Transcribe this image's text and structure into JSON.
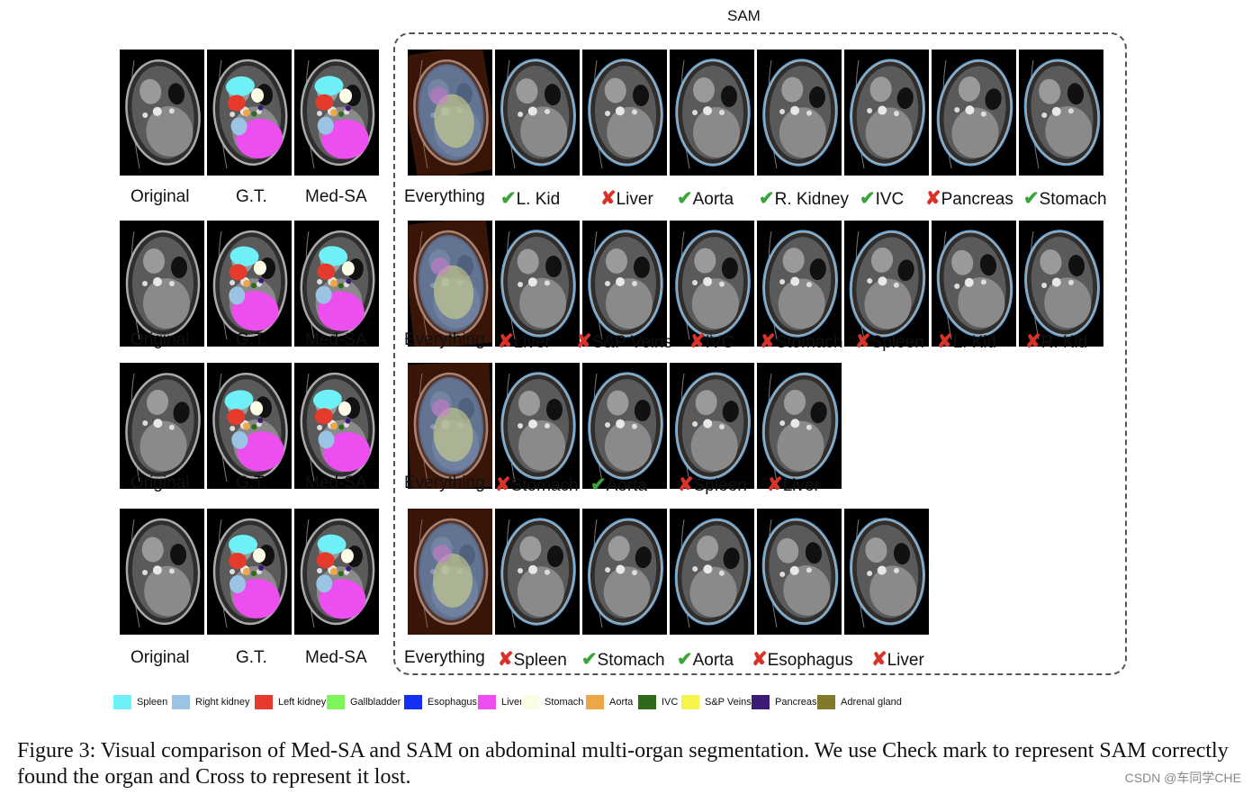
{
  "sam_title": "SAM",
  "rows": [
    {
      "left_labels": [
        "Original",
        "G.T.",
        "Med-SA"
      ],
      "sam_labels": [
        {
          "text": "Everything",
          "mark": "none"
        },
        {
          "text": "L. Kid",
          "mark": "check"
        },
        {
          "text": "Liver",
          "mark": "cross"
        },
        {
          "text": "Aorta",
          "mark": "check"
        },
        {
          "text": "R. Kidney",
          "mark": "check"
        },
        {
          "text": "IVC",
          "mark": "check"
        },
        {
          "text": "Pancreas",
          "mark": "cross"
        },
        {
          "text": "Stomach",
          "mark": "check"
        }
      ]
    },
    {
      "left_labels": [
        "Original",
        "G.T.",
        "Med-SA"
      ],
      "sam_labels": [
        {
          "text": "Everything",
          "mark": "none"
        },
        {
          "text": "Liver",
          "mark": "cross"
        },
        {
          "text": "S&P Veins",
          "mark": "cross"
        },
        {
          "text": "IVC",
          "mark": "cross"
        },
        {
          "text": "Stomach",
          "mark": "cross"
        },
        {
          "text": "Spleen",
          "mark": "cross"
        },
        {
          "text": "L. Kid",
          "mark": "cross"
        },
        {
          "text": "R. Kid",
          "mark": "cross"
        }
      ]
    },
    {
      "left_labels": [
        "Original",
        "G.T.",
        "Med-SA"
      ],
      "sam_labels": [
        {
          "text": "Everything",
          "mark": "none"
        },
        {
          "text": "Stomach",
          "mark": "cross"
        },
        {
          "text": "Aorta",
          "mark": "check"
        },
        {
          "text": "Spleen",
          "mark": "cross"
        },
        {
          "text": "Liver",
          "mark": "cross"
        }
      ]
    },
    {
      "left_labels": [
        "Original",
        "G.T.",
        "Med-SA"
      ],
      "sam_labels": [
        {
          "text": "Everything",
          "mark": "none"
        },
        {
          "text": "Spleen",
          "mark": "cross"
        },
        {
          "text": "Stomach",
          "mark": "check"
        },
        {
          "text": "Aorta",
          "mark": "check"
        },
        {
          "text": "Esophagus",
          "mark": "cross"
        },
        {
          "text": "Liver",
          "mark": "cross"
        }
      ]
    }
  ],
  "marks": {
    "check": "✔",
    "cross": "✘"
  },
  "legend": [
    {
      "label": "Spleen",
      "color": "#6ff0f6"
    },
    {
      "label": "Right kidney",
      "color": "#9ac3e4"
    },
    {
      "label": "Left kidney",
      "color": "#e53a2c"
    },
    {
      "label": "Gallbladder",
      "color": "#7ef35a"
    },
    {
      "label": "Esophagus",
      "color": "#1530f0"
    },
    {
      "label": "Liver",
      "color": "#ec4ef0"
    },
    {
      "label": "Stomach",
      "color": "#fbfbe6"
    },
    {
      "label": "Aorta",
      "color": "#eda748"
    },
    {
      "label": "IVC",
      "color": "#2f6a1c"
    },
    {
      "label": "S&P Veins",
      "color": "#f6f34c"
    },
    {
      "label": "Pancreas",
      "color": "#3c1b78"
    },
    {
      "label": "Adrenal gland",
      "color": "#807a2a"
    }
  ],
  "caption": "Figure 3: Visual comparison of Med-SA and SAM on abdominal multi-organ segmentation. We use Check mark to represent SAM correctly found the organ and Cross to represent it lost.",
  "watermark": "CSDN @车同学CHE"
}
